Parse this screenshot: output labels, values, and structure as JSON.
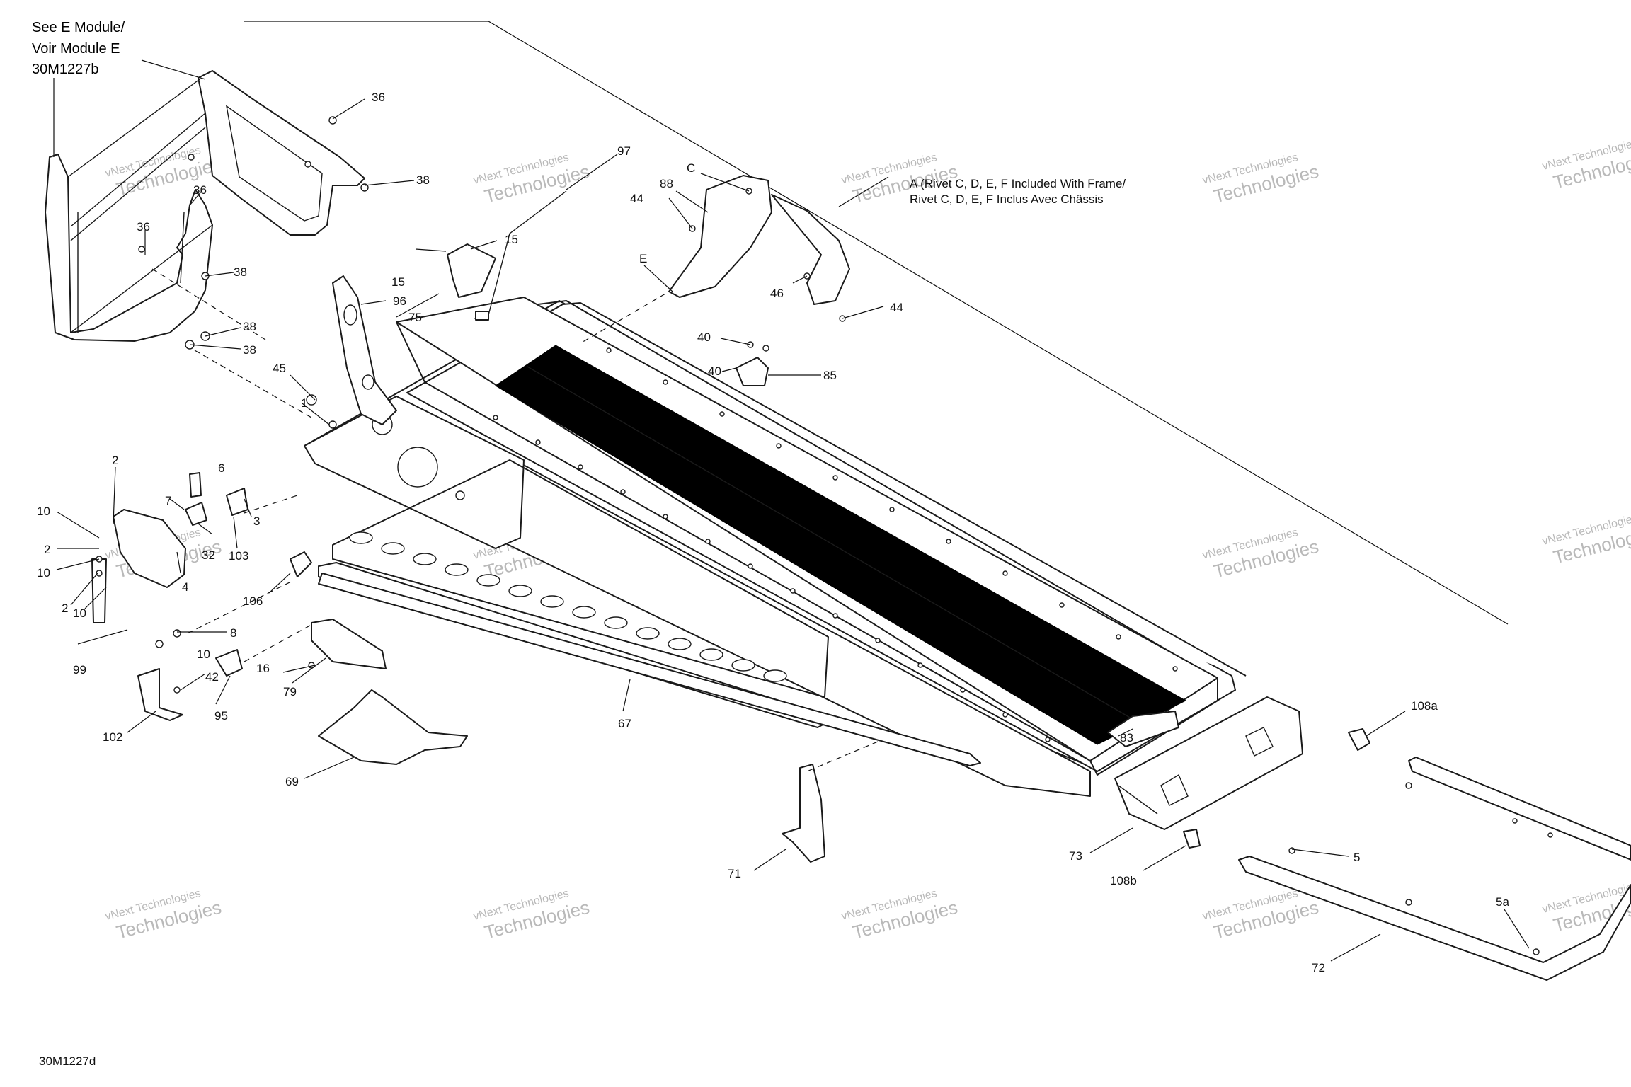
{
  "notes": {
    "see_module_line1": "See E Module/",
    "see_module_line2": "Voir Module E",
    "see_module_line3": "30M1227b",
    "rivet_line1": "A (Rivet C, D, E, F Included With Frame/",
    "rivet_line2": "Rivet C, D, E, F Inclus Avec Châssis",
    "doc_code": "30M1227d"
  },
  "watermark": {
    "line1": "vNext Technologies",
    "line2": "Technologies"
  },
  "callouts": [
    {
      "id": "36a",
      "text": "36"
    },
    {
      "id": "36b",
      "text": "36"
    },
    {
      "id": "36c",
      "text": "36"
    },
    {
      "id": "38a",
      "text": "38"
    },
    {
      "id": "38b",
      "text": "38"
    },
    {
      "id": "38c",
      "text": "38"
    },
    {
      "id": "38d",
      "text": "38"
    },
    {
      "id": "97",
      "text": "97"
    },
    {
      "id": "C",
      "text": "C"
    },
    {
      "id": "88",
      "text": "88"
    },
    {
      "id": "44a",
      "text": "44"
    },
    {
      "id": "44b",
      "text": "44"
    },
    {
      "id": "E",
      "text": "E"
    },
    {
      "id": "46",
      "text": "46"
    },
    {
      "id": "15a",
      "text": "15"
    },
    {
      "id": "15b",
      "text": "15"
    },
    {
      "id": "96",
      "text": "96"
    },
    {
      "id": "75",
      "text": "75"
    },
    {
      "id": "45",
      "text": "45"
    },
    {
      "id": "1",
      "text": "1"
    },
    {
      "id": "40a",
      "text": "40"
    },
    {
      "id": "40b",
      "text": "40"
    },
    {
      "id": "85",
      "text": "85"
    },
    {
      "id": "2a",
      "text": "2"
    },
    {
      "id": "2b",
      "text": "2"
    },
    {
      "id": "2c",
      "text": "2"
    },
    {
      "id": "10a",
      "text": "10"
    },
    {
      "id": "10b",
      "text": "10"
    },
    {
      "id": "10c",
      "text": "10"
    },
    {
      "id": "10d",
      "text": "10"
    },
    {
      "id": "6",
      "text": "6"
    },
    {
      "id": "7",
      "text": "7"
    },
    {
      "id": "3",
      "text": "3"
    },
    {
      "id": "32",
      "text": "32"
    },
    {
      "id": "103",
      "text": "103"
    },
    {
      "id": "4",
      "text": "4"
    },
    {
      "id": "106",
      "text": "106"
    },
    {
      "id": "8",
      "text": "8"
    },
    {
      "id": "99",
      "text": "99"
    },
    {
      "id": "16",
      "text": "16"
    },
    {
      "id": "79",
      "text": "79"
    },
    {
      "id": "42",
      "text": "42"
    },
    {
      "id": "95",
      "text": "95"
    },
    {
      "id": "102",
      "text": "102"
    },
    {
      "id": "67",
      "text": "67"
    },
    {
      "id": "69",
      "text": "69"
    },
    {
      "id": "83",
      "text": "83"
    },
    {
      "id": "108a",
      "text": "108a"
    },
    {
      "id": "73",
      "text": "73"
    },
    {
      "id": "108b",
      "text": "108b"
    },
    {
      "id": "71",
      "text": "71"
    },
    {
      "id": "5",
      "text": "5"
    },
    {
      "id": "5a",
      "text": "5a"
    },
    {
      "id": "72",
      "text": "72"
    }
  ]
}
